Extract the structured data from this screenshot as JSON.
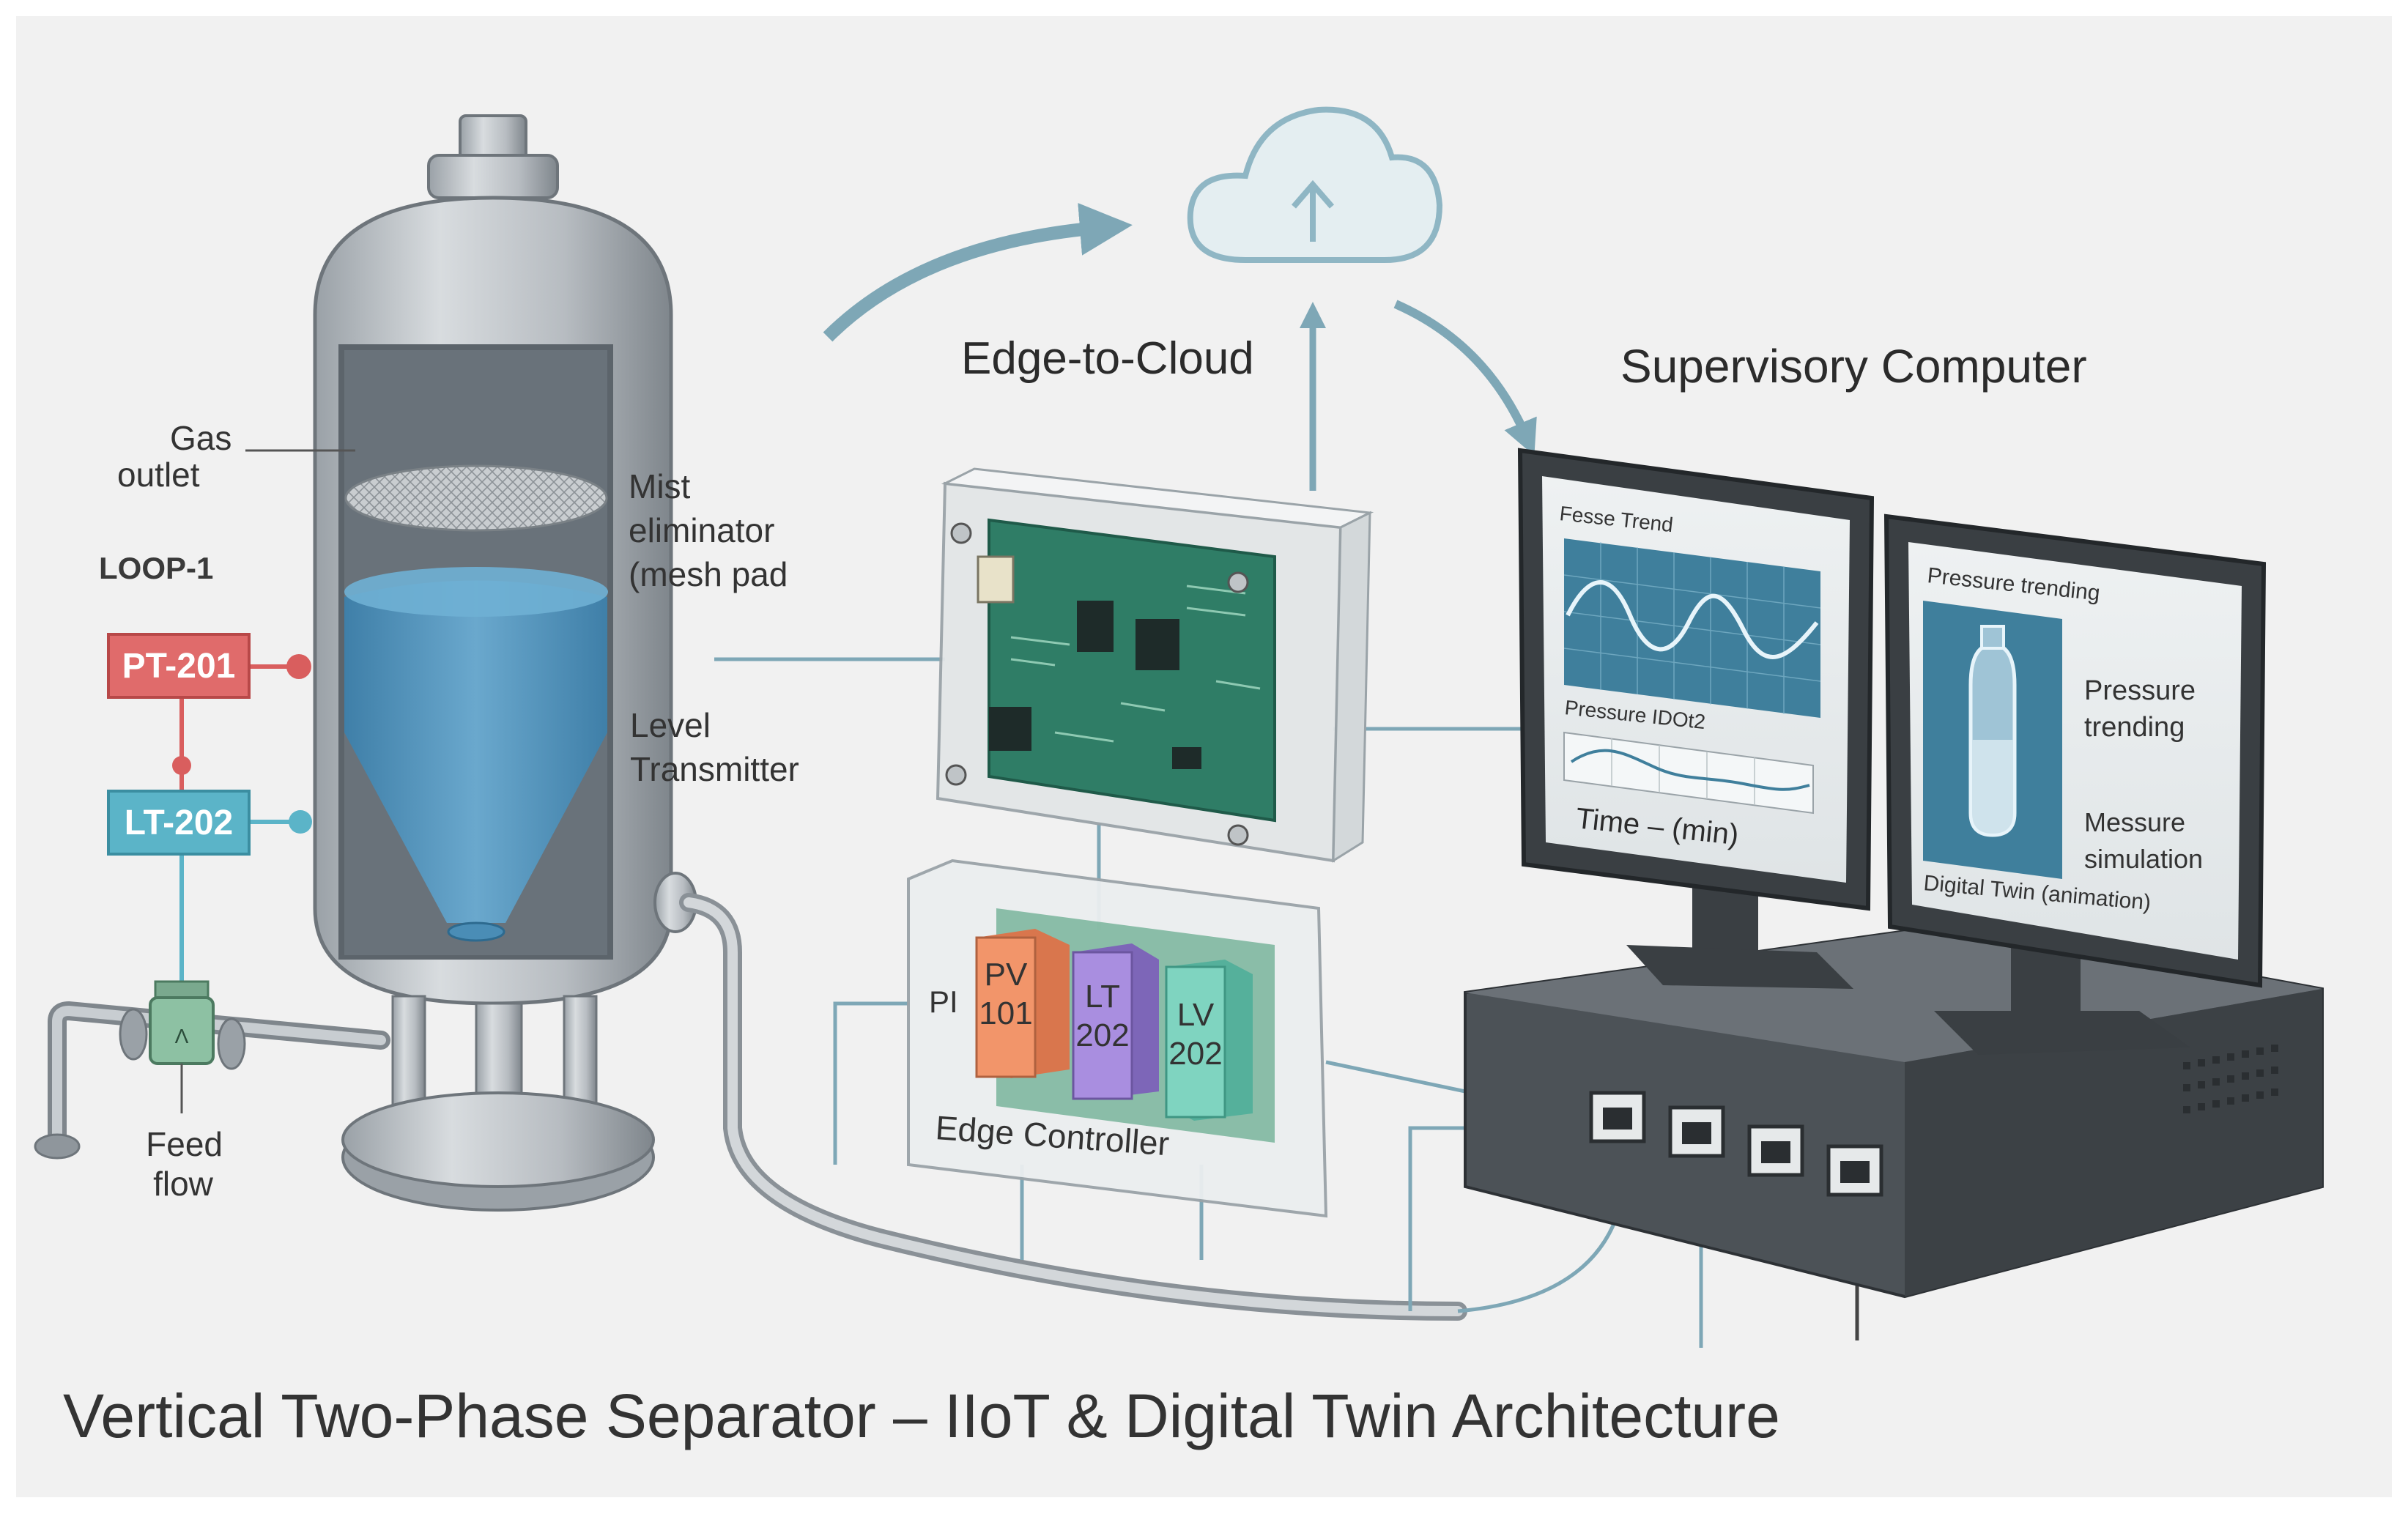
{
  "title": "Vertical Two-Phase Separator – IIoT & Digital Twin Architecture",
  "vessel": {
    "gas_outlet": [
      "Gas",
      "outlet"
    ],
    "mist_eliminator": [
      "Mist",
      "eliminator",
      "(mesh pad"
    ],
    "level_transmitter": [
      "Level",
      "Transmitter"
    ],
    "feed_flow": [
      "Feed",
      "flow"
    ]
  },
  "loop": {
    "label": "LOOP-1",
    "pt": "PT-201",
    "lt": "LT-202"
  },
  "edge": {
    "cloud_label": "Edge-to-Cloud",
    "controller_label": "Edge Controller",
    "pi_label": "PI",
    "modules": [
      {
        "line1": "PV",
        "line2": "101",
        "color": "#f2956a"
      },
      {
        "line1": "LT",
        "line2": "202",
        "color": "#a98ee0"
      },
      {
        "line1": "LV",
        "line2": "202",
        "color": "#7fd4c0"
      }
    ]
  },
  "supervisory": {
    "label": "Supervisory Computer",
    "monitor1": {
      "header": "Fesse Trend",
      "subheader": "Pressure IDOt2",
      "axis": "Time – (min)"
    },
    "monitor2": {
      "header": "Pressure trending",
      "side1": [
        "Pressure",
        "trending"
      ],
      "side2": [
        "Messure",
        "simulation"
      ],
      "footer": "Digital Twin (animation)"
    }
  },
  "colors": {
    "liquid": "#5b98bf",
    "pt_tag": "#e06b6b",
    "lt_tag": "#5bb4c8",
    "pcb": "#2f7d66",
    "cloud": "#8fb6c4",
    "arrow": "#7ea7b6"
  }
}
